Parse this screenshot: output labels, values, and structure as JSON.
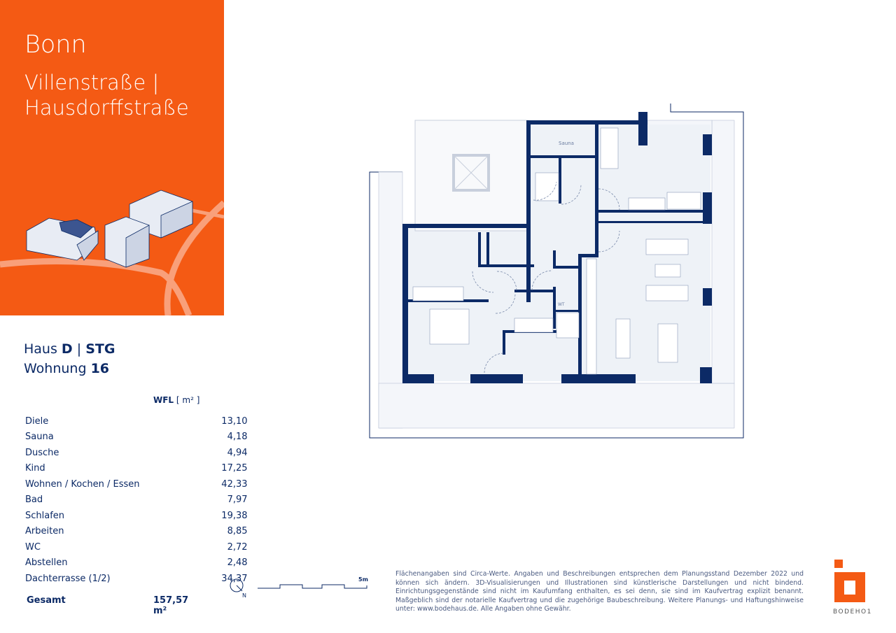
{
  "header": {
    "city": "Bonn",
    "street_line1": "Villenstraße |",
    "street_line2": "Hausdorffstraße"
  },
  "unit": {
    "haus_prefix": "Haus",
    "haus": "D",
    "separator": "|",
    "floor": "STG",
    "wohnung_prefix": "Wohnung",
    "wohnung": "16"
  },
  "table": {
    "unit_header_bold": "WFL",
    "unit_header": "[ m² ]",
    "rows": [
      {
        "name": "Diele",
        "value": "13,10"
      },
      {
        "name": "Sauna",
        "value": "4,18"
      },
      {
        "name": "Dusche",
        "value": "4,94"
      },
      {
        "name": "Kind",
        "value": "17,25"
      },
      {
        "name": "Wohnen / Kochen / Essen",
        "value": "42,33"
      },
      {
        "name": "Bad",
        "value": "7,97"
      },
      {
        "name": "Schlafen",
        "value": "19,38"
      },
      {
        "name": "Arbeiten",
        "value": "8,85"
      },
      {
        "name": "WC",
        "value": "2,72"
      },
      {
        "name": "Abstellen",
        "value": "2,48"
      },
      {
        "name": "Dachterrasse (1/2)",
        "value": "34,37"
      }
    ],
    "total_label": "Gesamt",
    "total_value": "157,57 m²"
  },
  "plan": {
    "sauna_label": "Sauna",
    "wt_label": "WT"
  },
  "scale": {
    "label": "5m",
    "north": "N"
  },
  "disclaimer": "Flächenangaben sind Circa-Werte. Angaben und Beschreibungen entsprechen dem Planungsstand Dezember 2022 und können sich ändern. 3D-Visualisierungen und Illustrationen sind künstlerische Darstellungen und nicht bindend. Einrichtungsgegenstände sind nicht im Kaufumfang enthalten, es sei denn, sie sind im Kaufvertrag explizit benannt. Maßgeblich sind der notarielle Kaufvertrag und die zugehörige Baubeschreibung. Weitere Planungs- und Haftungshinweise unter: www.bodehaus.de. Alle Angaben ohne Gewähr.",
  "logo": {
    "text": "BODEHO1"
  },
  "colors": {
    "brand": "#f45a14",
    "navy": "#0c2a66"
  }
}
